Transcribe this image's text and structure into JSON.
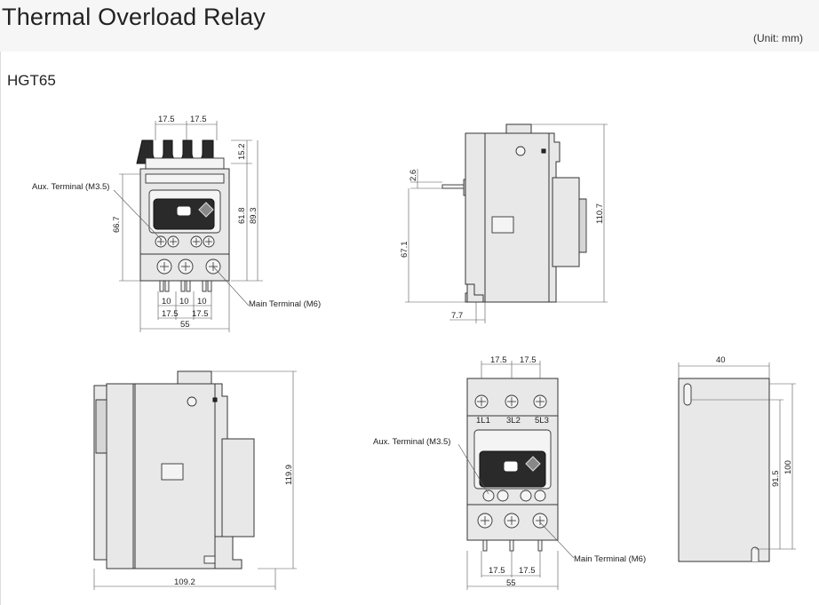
{
  "header": {
    "title": "Thermal Overload Relay",
    "unit": "(Unit: mm)"
  },
  "model": "HGT65",
  "front_view": {
    "dim_top_a": "17.5",
    "dim_top_b": "17.5",
    "dim_15_2": "15.2",
    "dim_61_8": "61.8",
    "dim_89_3": "89.3",
    "dim_66_7": "66.7",
    "dim_bot_10a": "10",
    "dim_bot_10b": "10",
    "dim_bot_10c": "10",
    "dim_bot_17_5a": "17.5",
    "dim_bot_17_5b": "17.5",
    "dim_55": "55",
    "aux_label": "Aux. Terminal (M3.5)",
    "main_label": "Main Terminal (M6)"
  },
  "side_view_top": {
    "dim_2_6": "2.6",
    "dim_67_1": "67.1",
    "dim_110_7": "110.7",
    "dim_7_7": "7.7"
  },
  "side_view_bottom": {
    "dim_119_9": "119.9",
    "dim_109_2": "109.2"
  },
  "front_view_2": {
    "dim_top_a": "17.5",
    "dim_top_b": "17.5",
    "term_1": "1L1",
    "term_2": "3L2",
    "term_3": "5L3",
    "dim_bot_a": "17.5",
    "dim_bot_b": "17.5",
    "dim_55": "55",
    "aux_label": "Aux. Terminal (M3.5)",
    "main_label": "Main Terminal (M6)"
  },
  "back_view": {
    "dim_40": "40",
    "dim_91_5": "91.5",
    "dim_100": "100"
  }
}
